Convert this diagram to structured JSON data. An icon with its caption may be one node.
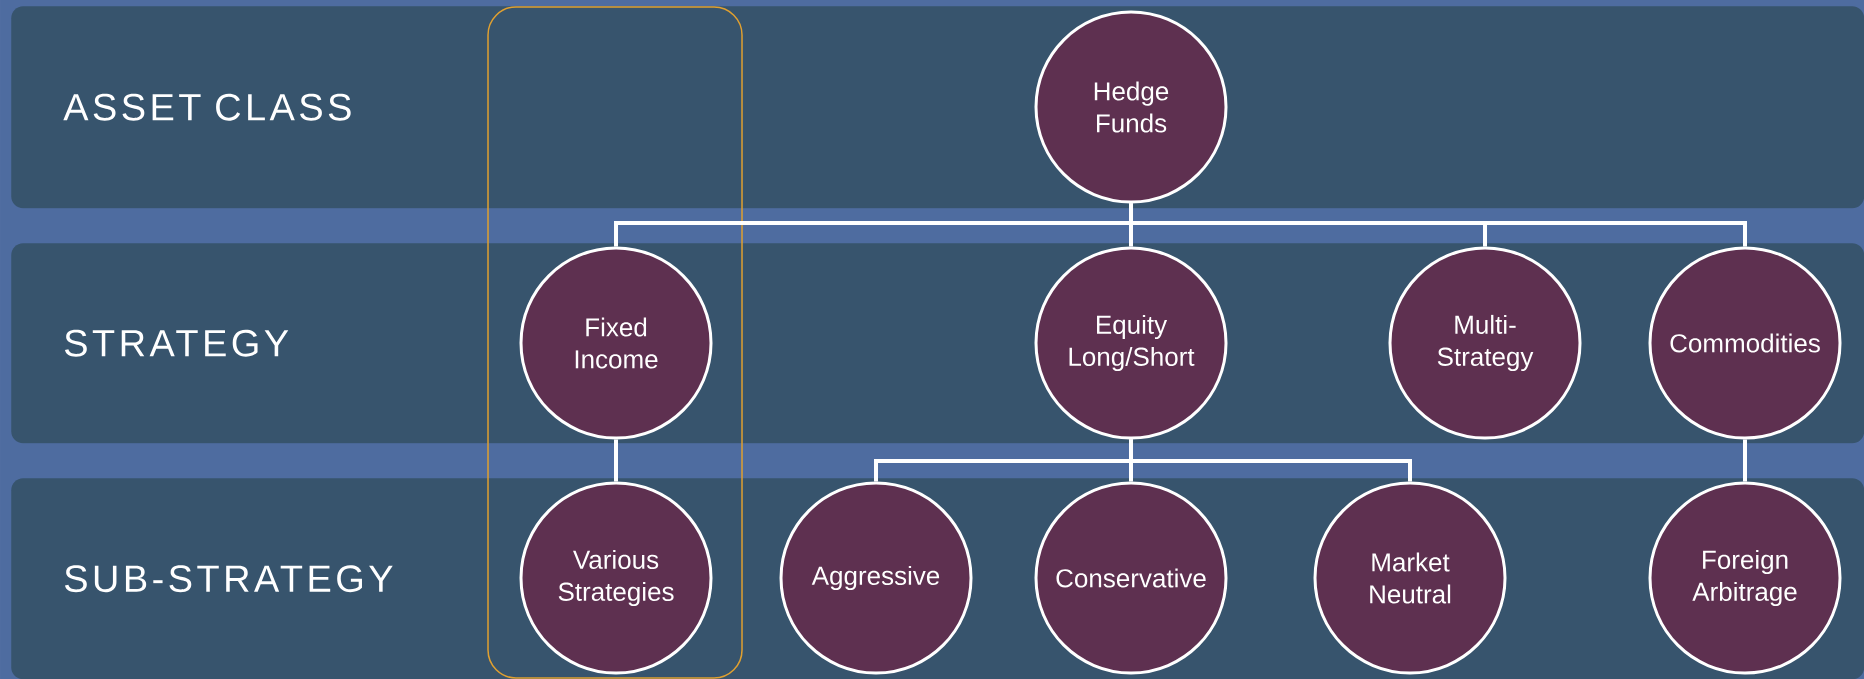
{
  "diagram": {
    "nodes": [
      {
        "text": [
          "ASSET CLASS"
        ]
      },
      {
        "text": [
          "Hedge Funds"
        ],
        "in": 0
      },
      {
        "text": [
          "STRATEGY"
        ]
      },
      {
        "text": [
          "Fixed Income"
        ],
        "in": 2
      },
      {
        "text": [
          "Equity Long/Short"
        ],
        "in": 2
      },
      {
        "text": [
          "Multi-Strategy"
        ],
        "in": 2
      },
      {
        "text": [
          "Commodities"
        ],
        "in": 2
      },
      {
        "text": [
          "SUB-STRATEGY"
        ]
      },
      {
        "text": [
          "Various Strategies"
        ],
        "in": 7
      },
      {
        "text": [
          "Aggressive"
        ],
        "in": 7
      },
      {
        "text": [
          "Conservative"
        ],
        "in": 7
      },
      {
        "text": [
          "Market Neutral"
        ],
        "in": 7
      },
      {
        "text": [
          "Foreign Arbitrage"
        ],
        "in": 7
      }
    ],
    "edges": [
      {
        "from": 1,
        "to": 3,
        "arrow": "none"
      },
      {
        "from": 1,
        "to": 4,
        "arrow": "none"
      },
      {
        "from": 1,
        "to": 5,
        "arrow": "none"
      },
      {
        "from": 1,
        "to": 6,
        "arrow": "none"
      },
      {
        "from": 3,
        "to": 8,
        "arrow": "none"
      },
      {
        "from": 4,
        "to": 9,
        "arrow": "none"
      },
      {
        "from": 4,
        "to": 10,
        "arrow": "none"
      },
      {
        "from": 4,
        "to": 11,
        "arrow": "none"
      },
      {
        "from": 6,
        "to": 12,
        "arrow": "none"
      }
    ]
  }
}
